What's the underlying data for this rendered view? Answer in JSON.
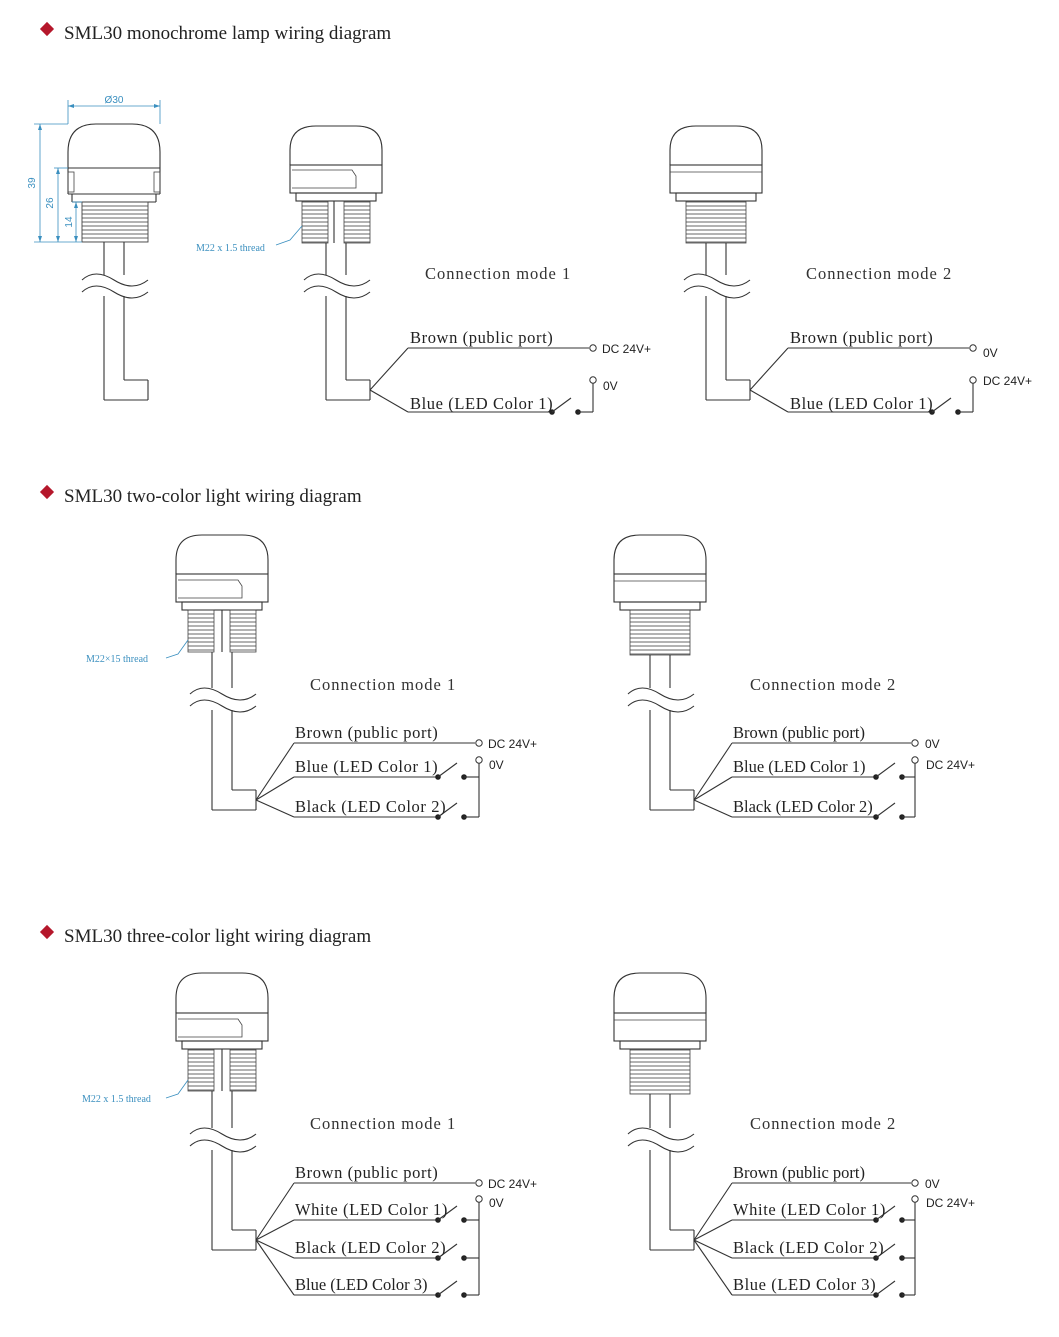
{
  "sections": [
    {
      "title": "SML30 monochrome lamp wiring diagram",
      "dimensions": {
        "diameter": "Ø30",
        "height_total": "39",
        "height_cap": "26",
        "height_thread": "14"
      },
      "thread_label": "M22 x 1.5 thread",
      "modes": [
        {
          "title": "Connection mode 1",
          "wires": [
            "Brown (public port)",
            "Blue (LED Color 1)"
          ],
          "terminals": [
            "DC 24V+",
            "0V"
          ]
        },
        {
          "title": "Connection mode 2",
          "wires": [
            "Brown (public port)",
            "Blue (LED Color 1)"
          ],
          "terminals": [
            "0V",
            "DC 24V+"
          ]
        }
      ]
    },
    {
      "title": "SML30 two-color light wiring diagram",
      "thread_label": "M22×15 thread",
      "modes": [
        {
          "title": "Connection mode 1",
          "wires": [
            "Brown (public port)",
            "Blue (LED Color 1)",
            "Black (LED Color 2)"
          ],
          "terminals": [
            "DC 24V+",
            "0V"
          ]
        },
        {
          "title": "Connection mode 2",
          "wires": [
            "Brown (public port)",
            "Blue (LED Color 1)",
            "Black (LED Color 2)"
          ],
          "terminals": [
            "0V",
            "DC 24V+"
          ]
        }
      ]
    },
    {
      "title": "SML30 three-color light wiring diagram",
      "thread_label": "M22 x 1.5 thread",
      "modes": [
        {
          "title": "Connection mode 1",
          "wires": [
            "Brown (public port)",
            "White (LED Color 1)",
            "Black (LED Color 2)",
            "Blue (LED Color 3)"
          ],
          "terminals": [
            "DC 24V+",
            "0V"
          ]
        },
        {
          "title": "Connection mode 2",
          "wires": [
            "Brown (public port)",
            "White (LED Color 1)",
            "Black (LED Color 2)",
            "Blue (LED Color 3)"
          ],
          "terminals": [
            "0V",
            "DC 24V+"
          ]
        }
      ]
    }
  ],
  "colors": {
    "bullet": "#b5172b",
    "dimension": "#3a8fbf"
  }
}
